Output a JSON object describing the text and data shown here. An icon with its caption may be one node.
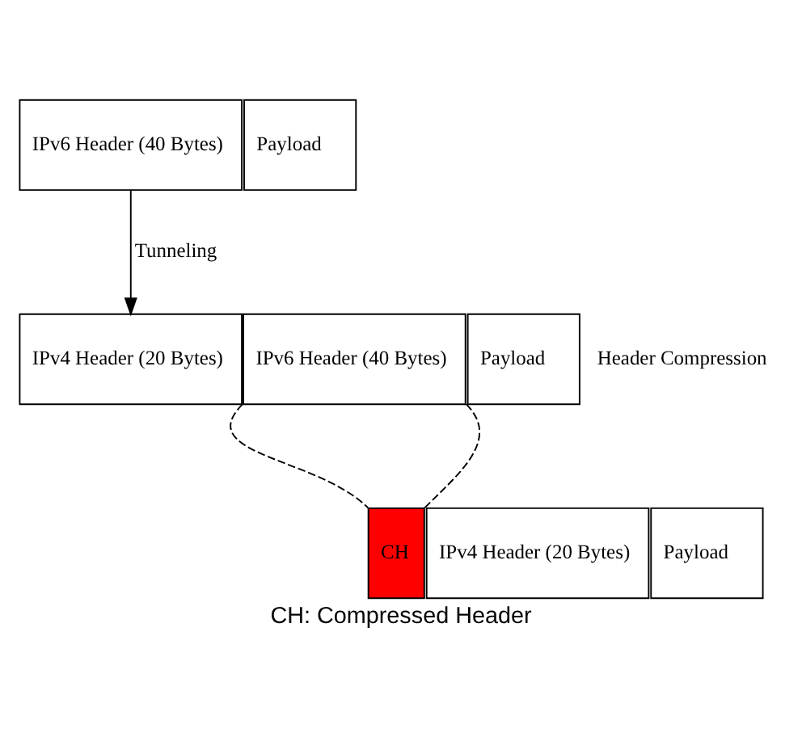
{
  "diagram": {
    "caption": "CH: Compressed Header",
    "nodes": [
      {
        "text": [
          "IPv6 Header (40 Bytes)"
        ]
      },
      {
        "text": [
          "Payload"
        ]
      },
      {
        "text": [
          "IPv4 Header (20 Bytes)"
        ]
      },
      {
        "text": [
          "IPv6 Header (40 Bytes)"
        ]
      },
      {
        "text": [
          "Payload"
        ]
      },
      {
        "text": [
          "IPv4 Header (20 Bytes)"
        ]
      },
      {
        "text": [
          "CH"
        ]
      },
      {
        "text": [
          "Payload"
        ]
      }
    ],
    "edges": [
      {
        "from": 0,
        "to": 2,
        "arrow": "to",
        "label": "Tunneling"
      },
      {
        "from": 3,
        "to": 6,
        "arrow": "none",
        "style": "dashed"
      },
      {
        "from": 3,
        "to": 6,
        "arrow": "none",
        "style": "dashed"
      }
    ],
    "labels": [
      "Header Compression"
    ]
  }
}
